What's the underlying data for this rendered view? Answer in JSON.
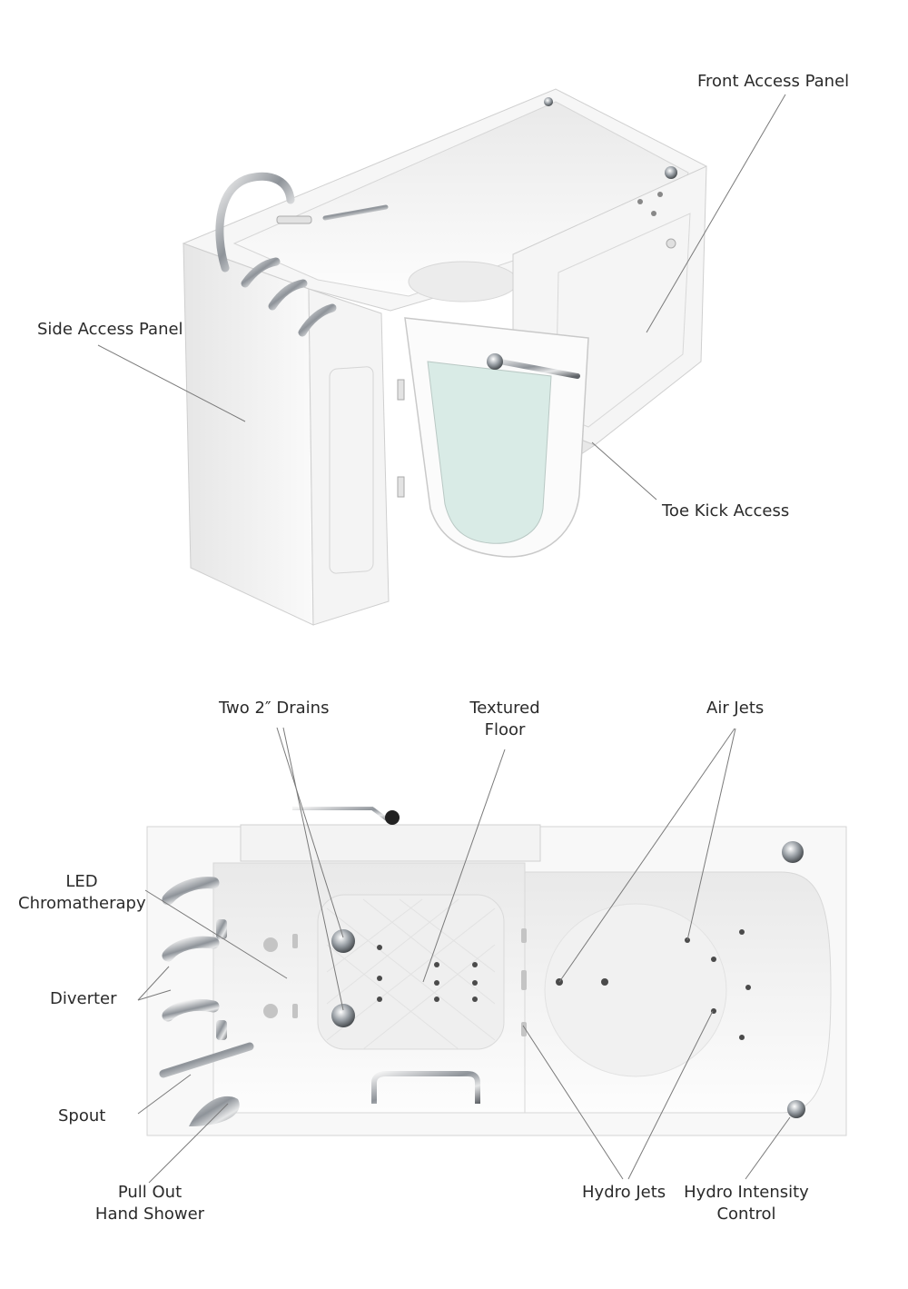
{
  "labels": {
    "front_access_panel": "Front Access Panel",
    "side_access_panel": "Side Access Panel",
    "toe_kick_access": "Toe Kick Access",
    "two_drains": "Two 2″ Drains",
    "textured_floor_1": "Textured",
    "textured_floor_2": "Floor",
    "air_jets": "Air Jets",
    "led_1": "LED",
    "led_2": "Chromatherapy",
    "diverter": "Diverter",
    "spout": "Spout",
    "hand_shower_1": "Pull Out",
    "hand_shower_2": "Hand Shower",
    "hydro_jets": "Hydro Jets",
    "hydro_intensity_1": "Hydro Intensity",
    "hydro_intensity_2": "Control"
  },
  "colors": {
    "acrylic": "#f7f7f7",
    "shadow": "#dcdcdc",
    "door_glass": "#d9ebe6",
    "chrome": "#b8bcc0",
    "leader": "#7a7a7a"
  }
}
